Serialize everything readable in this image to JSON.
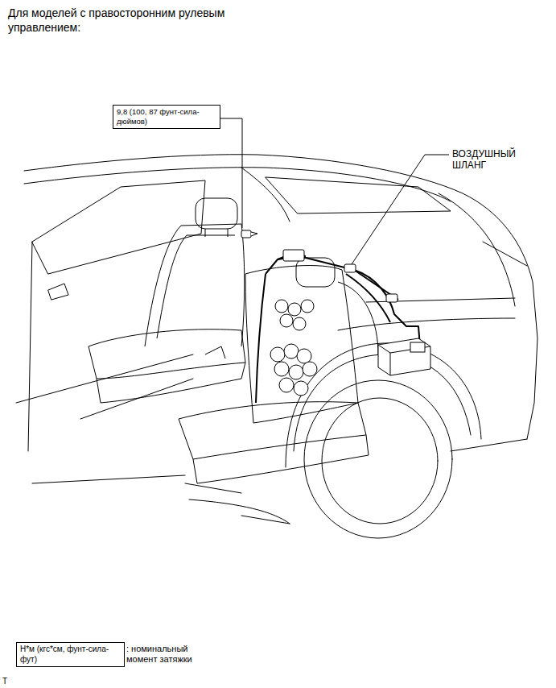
{
  "diagram": {
    "title": "Для моделей с правосторонним рулевым управлением:",
    "nodes": [
      {
        "text": [
          "9,8 (100, 87 фунт-сила-дюймов)"
        ]
      },
      {
        "text": [
          "Н*м (кгс*см, фунт-сила-фут)"
        ]
      }
    ],
    "labels": [
      "ВОЗДУШНЫЙ ШЛАНГ",
      ": номинальный момент затяжки",
      "T"
    ]
  }
}
